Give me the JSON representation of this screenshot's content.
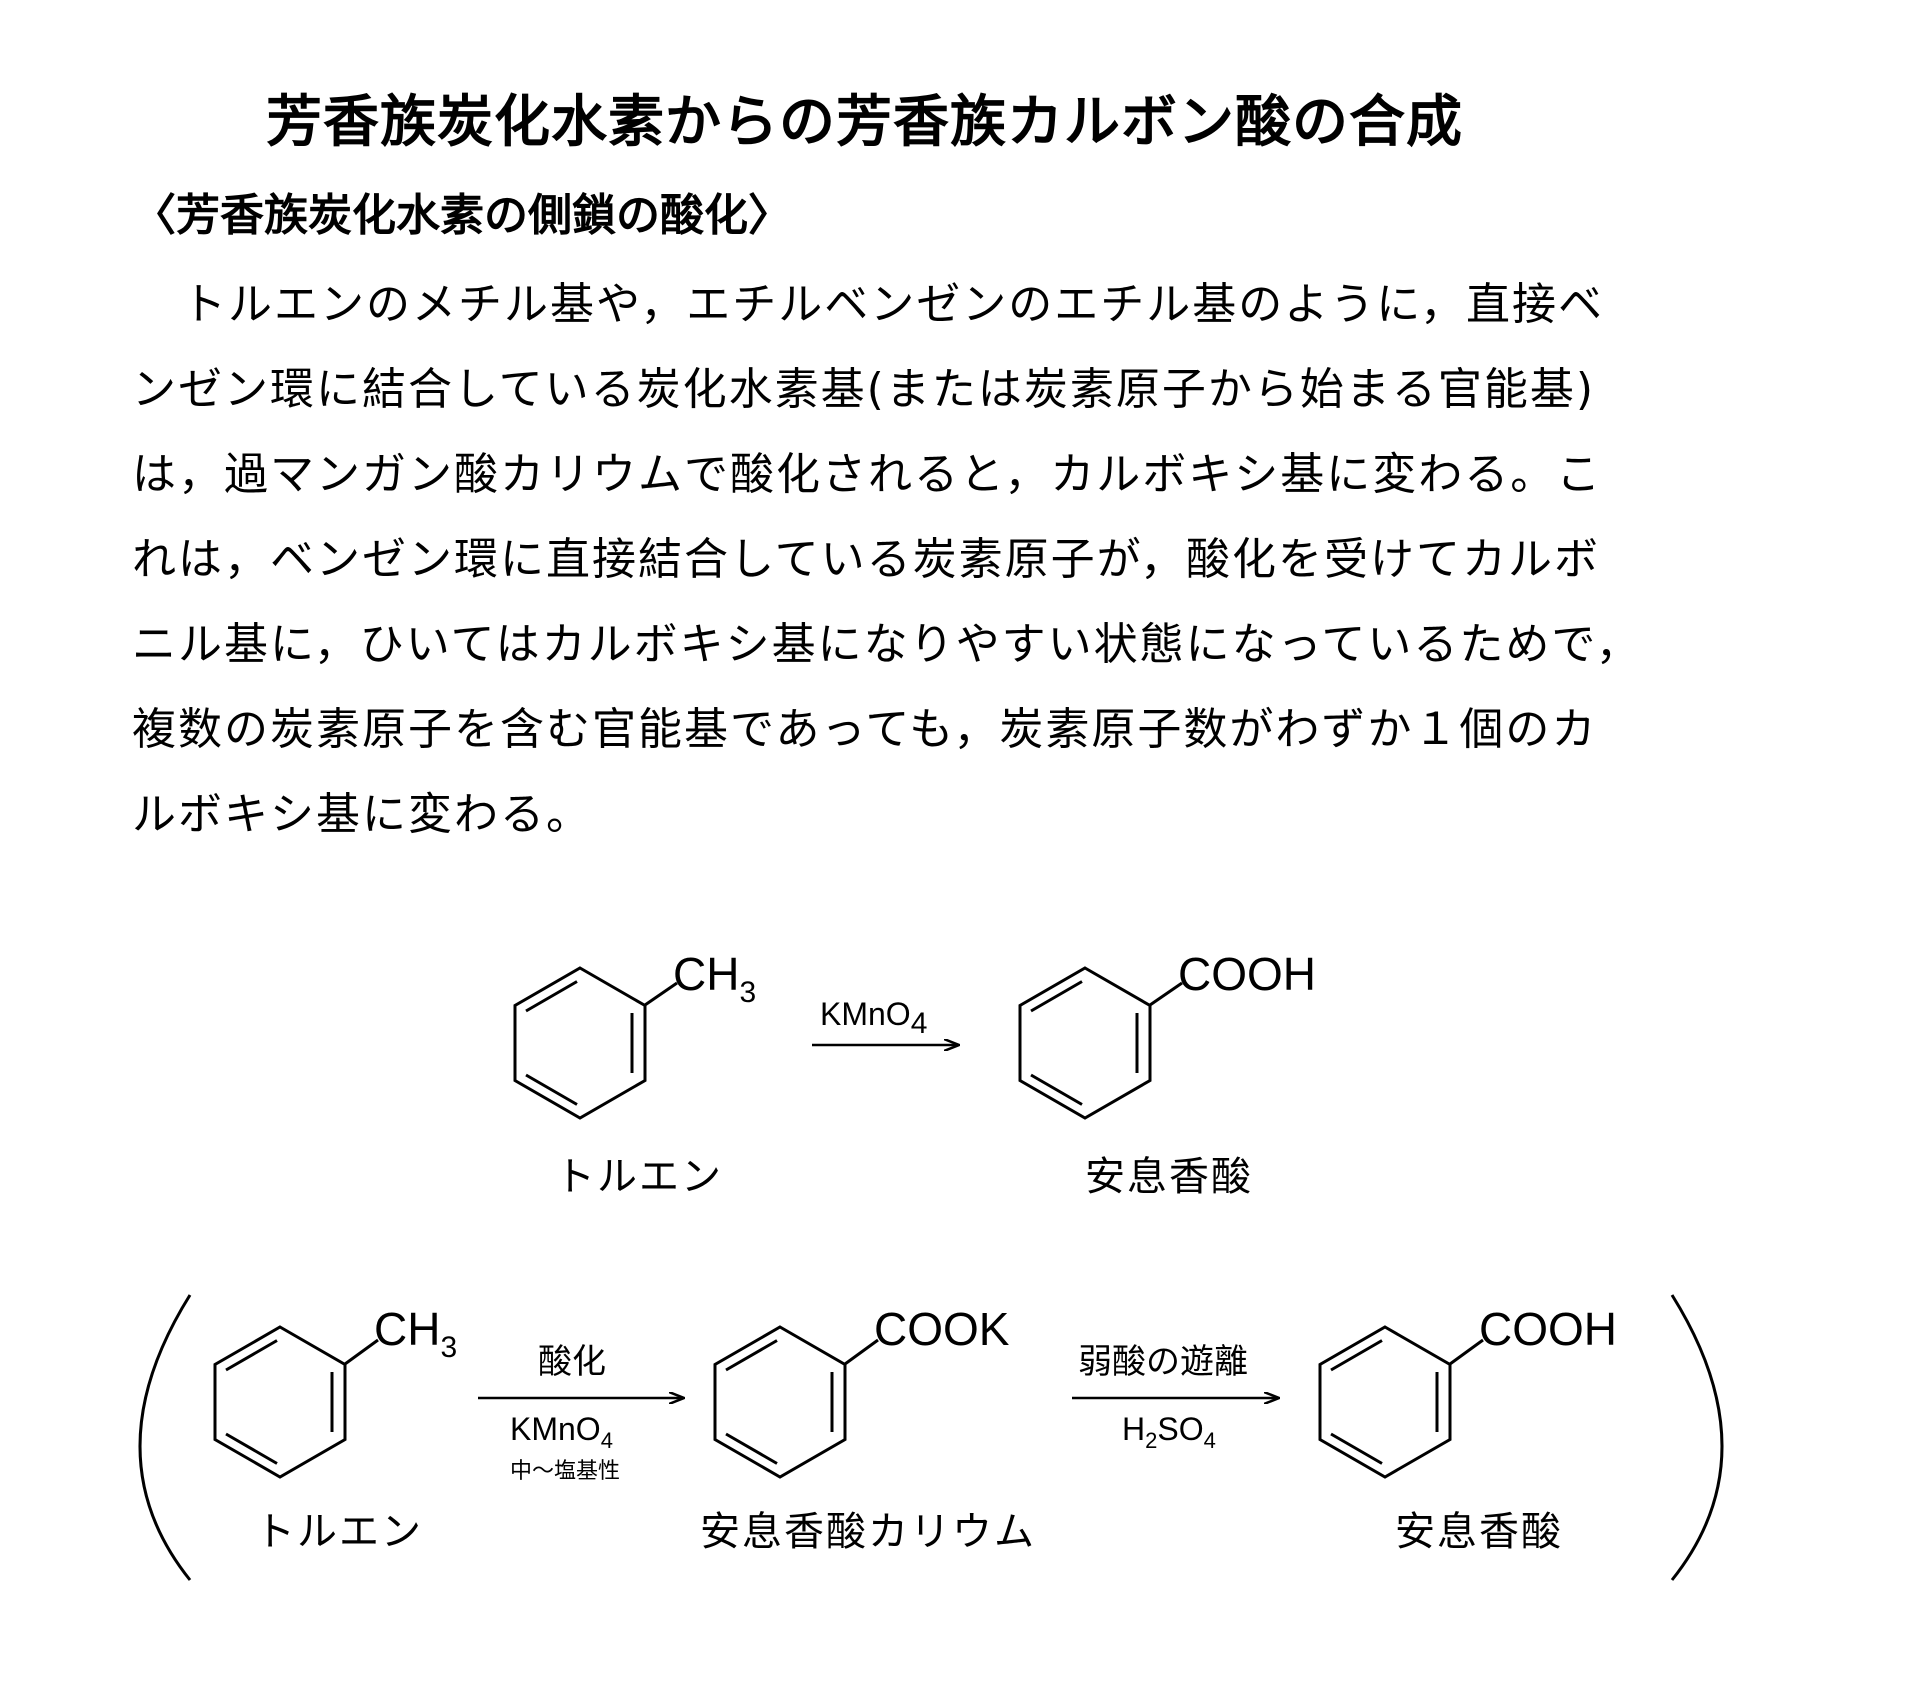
{
  "title": "芳香族炭化水素からの芳香族カルボン酸の合成",
  "subtitle": "〈芳香族炭化水素の側鎖の酸化〉",
  "paragraph_lines": [
    "トルエンのメチル基や，エチルベンゼンのエチル基のように，直接ベ",
    "ンゼン環に結合している炭化水素基(または炭素原子から始まる官能基)",
    "は，過マンガン酸カリウムで酸化されると，カルボキシ基に変わる。こ",
    "れは，ベンゼン環に直接結合している炭素原子が，酸化を受けてカルボ",
    "ニル基に，ひいてはカルボキシ基になりやすい状態になっているためで，",
    "複数の炭素原子を含む官能基であっても，炭素原子数がわずか１個のカ",
    "ルボキシ基に変わる。"
  ],
  "reaction1": {
    "reactant_group": "CH",
    "reactant_group_sub": "3",
    "reactant_name": "トルエン",
    "reagent": "KMnO",
    "reagent_sub": "4",
    "product_group": "COOH",
    "product_name": "安息香酸"
  },
  "reaction2": {
    "reactant_group": "CH",
    "reactant_group_sub": "3",
    "reactant_name": "トルエン",
    "step1_label": "酸化",
    "step1_reagent": "KMnO",
    "step1_reagent_sub": "4",
    "step1_condition": "中〜塩基性",
    "intermediate_group": "COOK",
    "intermediate_name": "安息香酸カリウム",
    "step2_label": "弱酸の遊離",
    "step2_reagent_h": "H",
    "step2_reagent_h_sub": "2",
    "step2_reagent_so": "SO",
    "step2_reagent_so_sub": "4",
    "product_group": "COOH",
    "product_name": "安息香酸"
  }
}
